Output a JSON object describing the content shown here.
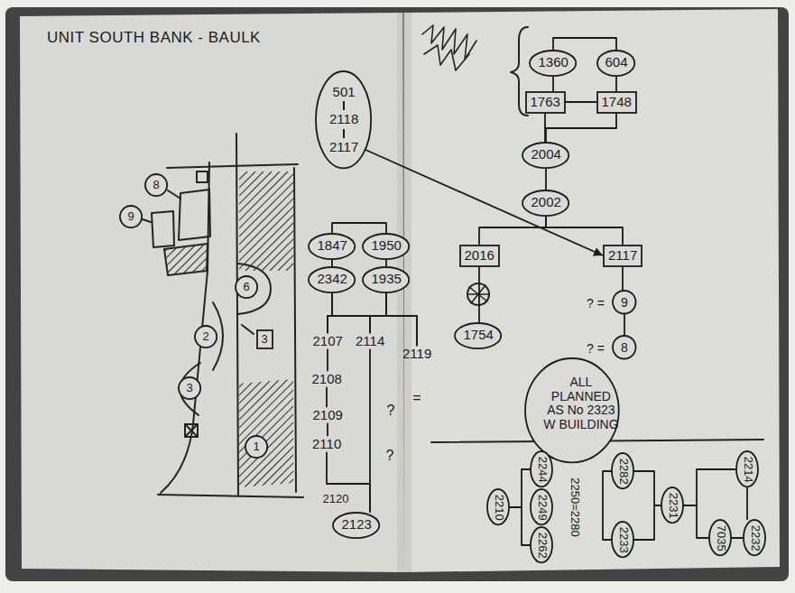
{
  "diagram": {
    "title": "UNIT SOUTH BANK - BAULK",
    "nodes": [
      {
        "text": [
          "501",
          "2118",
          "2117"
        ]
      },
      {
        "text": [
          "8"
        ]
      },
      {
        "text": [
          "9"
        ]
      },
      {
        "text": [
          "6"
        ]
      },
      {
        "text": [
          "2"
        ]
      },
      {
        "text": [
          "3"
        ]
      },
      {
        "text": [
          "3"
        ]
      },
      {
        "text": [
          "1"
        ]
      },
      {
        "text": [
          "1847"
        ]
      },
      {
        "text": [
          "1950"
        ]
      },
      {
        "text": [
          "2342"
        ]
      },
      {
        "text": [
          "1935"
        ]
      },
      {
        "text": [
          "2107"
        ]
      },
      {
        "text": [
          "2114"
        ]
      },
      {
        "text": [
          "2119"
        ]
      },
      {
        "text": [
          "2108"
        ]
      },
      {
        "text": [
          "2109"
        ]
      },
      {
        "text": [
          "2110"
        ]
      },
      {
        "text": [
          "2123"
        ]
      },
      {
        "text": [
          "1360"
        ]
      },
      {
        "text": [
          "604"
        ]
      },
      {
        "text": [
          "1763"
        ]
      },
      {
        "text": [
          "1748"
        ]
      },
      {
        "text": [
          "2004"
        ]
      },
      {
        "text": [
          "2002"
        ]
      },
      {
        "text": [
          "2016"
        ]
      },
      {
        "text": [
          "2117"
        ]
      },
      {
        "text": [
          "1754"
        ]
      },
      {
        "text": [
          "9"
        ]
      },
      {
        "text": [
          "8"
        ]
      },
      {
        "text": [
          "ALL PLANNED AS No 2323 W BUILDING"
        ]
      },
      {
        "text": [
          "2210"
        ]
      },
      {
        "text": [
          "2244"
        ]
      },
      {
        "text": [
          "2249"
        ]
      },
      {
        "text": [
          "2262"
        ]
      },
      {
        "text": [
          "2282"
        ]
      },
      {
        "text": [
          "2233"
        ]
      },
      {
        "text": [
          "2231"
        ]
      },
      {
        "text": [
          "2214"
        ]
      },
      {
        "text": [
          "7035"
        ]
      },
      {
        "text": [
          "2232"
        ]
      }
    ],
    "edges": [
      {
        "from": 0,
        "to": 26,
        "arrow": "to"
      },
      {
        "from": 8,
        "to": 9,
        "arrow": "none"
      },
      {
        "from": 8,
        "to": 10,
        "arrow": "none"
      },
      {
        "from": 9,
        "to": 11,
        "arrow": "none"
      },
      {
        "from": 10,
        "to": 12,
        "arrow": "none"
      },
      {
        "from": 10,
        "to": 13,
        "arrow": "none"
      },
      {
        "from": 10,
        "to": 14,
        "arrow": "none"
      },
      {
        "from": 11,
        "to": 12,
        "arrow": "none"
      },
      {
        "from": 11,
        "to": 13,
        "arrow": "none"
      },
      {
        "from": 11,
        "to": 14,
        "arrow": "none"
      },
      {
        "from": 12,
        "to": 15,
        "arrow": "none"
      },
      {
        "from": 15,
        "to": 16,
        "arrow": "none"
      },
      {
        "from": 16,
        "to": 17,
        "arrow": "none"
      },
      {
        "from": 17,
        "to": 18,
        "arrow": "none"
      },
      {
        "from": 13,
        "to": 18,
        "arrow": "none"
      },
      {
        "from": 19,
        "to": 20,
        "arrow": "none"
      },
      {
        "from": 19,
        "to": 21,
        "arrow": "none"
      },
      {
        "from": 20,
        "to": 22,
        "arrow": "none"
      },
      {
        "from": 21,
        "to": 22,
        "arrow": "none"
      },
      {
        "from": 21,
        "to": 23,
        "arrow": "none"
      },
      {
        "from": 22,
        "to": 23,
        "arrow": "none"
      },
      {
        "from": 23,
        "to": 24,
        "arrow": "none"
      },
      {
        "from": 24,
        "to": 25,
        "arrow": "none"
      },
      {
        "from": 24,
        "to": 26,
        "arrow": "none"
      },
      {
        "from": 25,
        "to": 27,
        "arrow": "none"
      },
      {
        "from": 26,
        "to": 28,
        "arrow": "none"
      },
      {
        "from": 28,
        "to": 29,
        "arrow": "none"
      },
      {
        "from": 31,
        "to": 32,
        "arrow": "none"
      },
      {
        "from": 31,
        "to": 34,
        "arrow": "none"
      },
      {
        "from": 35,
        "to": 36,
        "arrow": "none"
      },
      {
        "from": 35,
        "to": 37,
        "arrow": "none"
      },
      {
        "from": 36,
        "to": 37,
        "arrow": "none"
      },
      {
        "from": 37,
        "to": 38,
        "arrow": "none"
      },
      {
        "from": 37,
        "to": 39,
        "arrow": "none"
      },
      {
        "from": 38,
        "to": 40,
        "arrow": "none"
      },
      {
        "from": 39,
        "to": 40,
        "arrow": "none"
      }
    ],
    "labels": [
      "?",
      "?",
      "2120",
      "? =",
      "? =",
      "=",
      "2250=2280"
    ]
  }
}
